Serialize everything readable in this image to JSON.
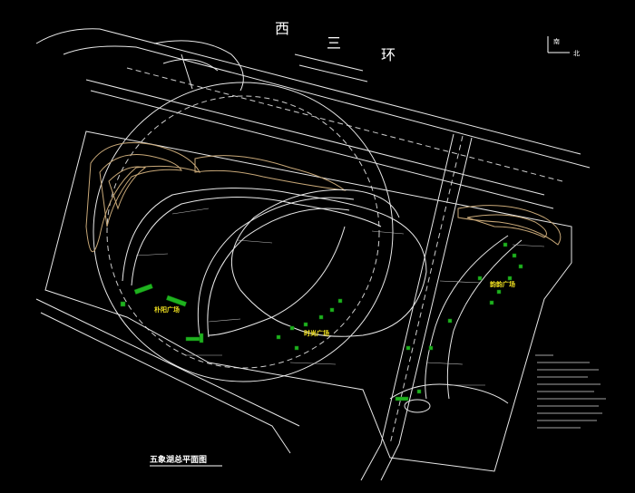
{
  "road_name": {
    "chars": [
      "西",
      "三",
      "环"
    ]
  },
  "north_arrow": {
    "n_char": "南",
    "s_char": "北"
  },
  "plazas": {
    "west": "朴阳广场",
    "center": "时尚广场",
    "east": "韵韵广场"
  },
  "title": "五象湖总平面图",
  "colors": {
    "background": "#000000",
    "road": "#e8e8e8",
    "contour": "#c8a878",
    "vegetation": "#1fb21f",
    "plaza_label": "#f0e020",
    "title_underline": "#ffffff"
  }
}
